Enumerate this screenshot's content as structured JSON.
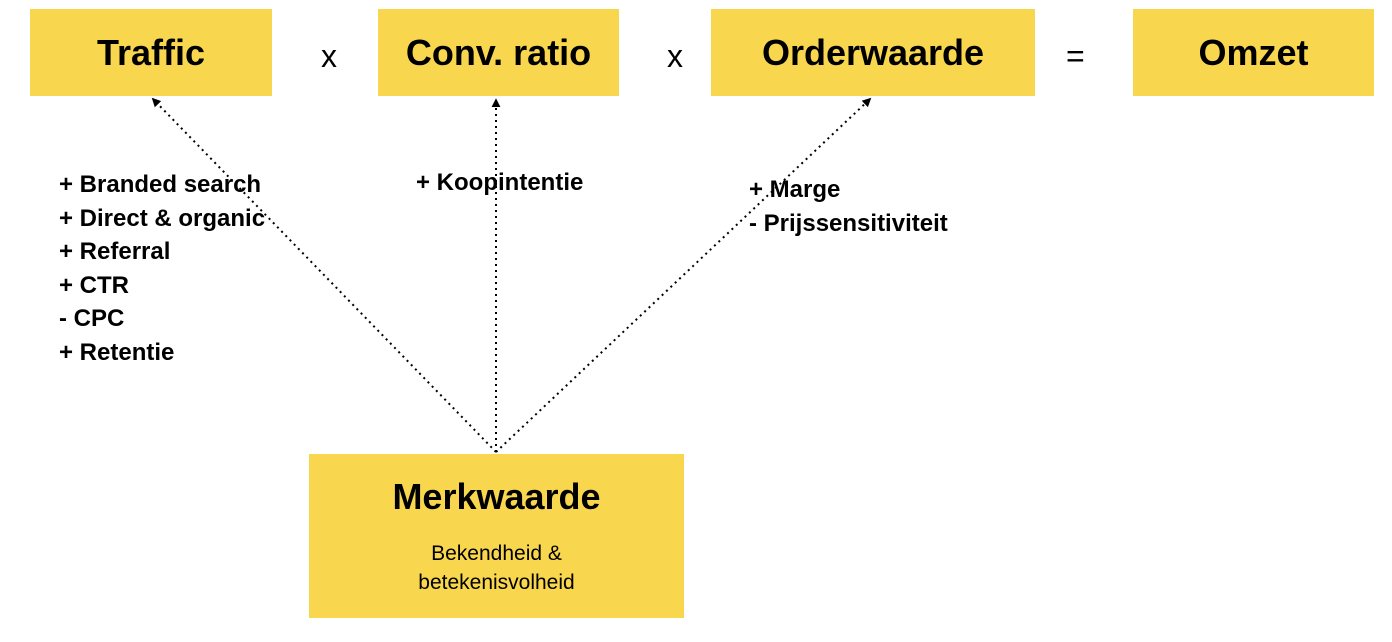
{
  "equation": {
    "terms": [
      "Traffic",
      "Conv. ratio",
      "Orderwaarde"
    ],
    "result": "Omzet",
    "operators": [
      "x",
      "x",
      "="
    ]
  },
  "drivers": {
    "traffic": [
      "+ Branded search",
      "+ Direct & organic",
      "+ Referral",
      "+ CTR",
      "- CPC",
      "+ Retentie"
    ],
    "conversion": [
      "+ Koopintentie"
    ],
    "order_value": [
      "+ Marge",
      "- Prijssensitiviteit"
    ]
  },
  "brand": {
    "title": "Merkwaarde",
    "subtitle_lines": [
      "Bekendheid &",
      "betekenisvolheid"
    ]
  },
  "colors": {
    "box_fill": "#f8d64e",
    "text": "#000000",
    "arrow": "#000000"
  }
}
